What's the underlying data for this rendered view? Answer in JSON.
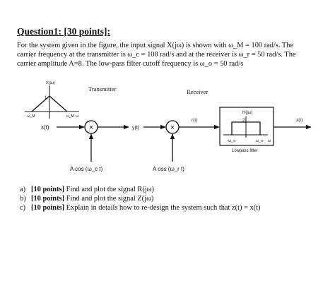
{
  "question": {
    "heading": "Question1: [30 points]:"
  },
  "intro_lines": [
    "For the system given in the figure, the input signal X(jω) is shown with ω_M = 100 rad/s. The",
    "carrier frequency at the transmitter is ω_c = 100 rad/s and at the receiver is ω_r = 50 rad/s. The",
    "carrier amplitude A=8. The low-pass filter cutoff frequency is ω_o = 50 rad/s"
  ],
  "figure": {
    "spectrum_title": "X(jω)",
    "spectrum_peak": "1",
    "spectrum_neg_edge": "-ω_M",
    "spectrum_pos_edge": "ω_M",
    "spectrum_axis": "ω",
    "input_label": "x(t)",
    "tx_label": "Transmitter",
    "tx_multiplier": "×",
    "mid_signal": "y(t)",
    "tx_carrier": "A cos (ω_c t)",
    "rx_label": "Receiver",
    "rx_multiplier": "×",
    "rx_output": "r(t)",
    "rx_carrier": "A cos (ω_r t)",
    "filter_title": "H(jω)",
    "filter_gain": "2",
    "filter_neg_cutoff": "-ω_o",
    "filter_pos_cutoff": "ω_o",
    "filter_axis": "ω",
    "filter_caption": "Lowpass filter",
    "output_label": "z(t)"
  },
  "tasks": [
    {
      "marker": "a)",
      "points": "[10 points]",
      "text": "Find and plot the signal R(jω)"
    },
    {
      "marker": "b)",
      "points": "[10 points]",
      "text": "Find and plot the signal Z(jω)"
    },
    {
      "marker": "c)",
      "points": "[10 points]",
      "text": "Explain in details how to re-design the system such that z(t) = x(t)"
    }
  ]
}
